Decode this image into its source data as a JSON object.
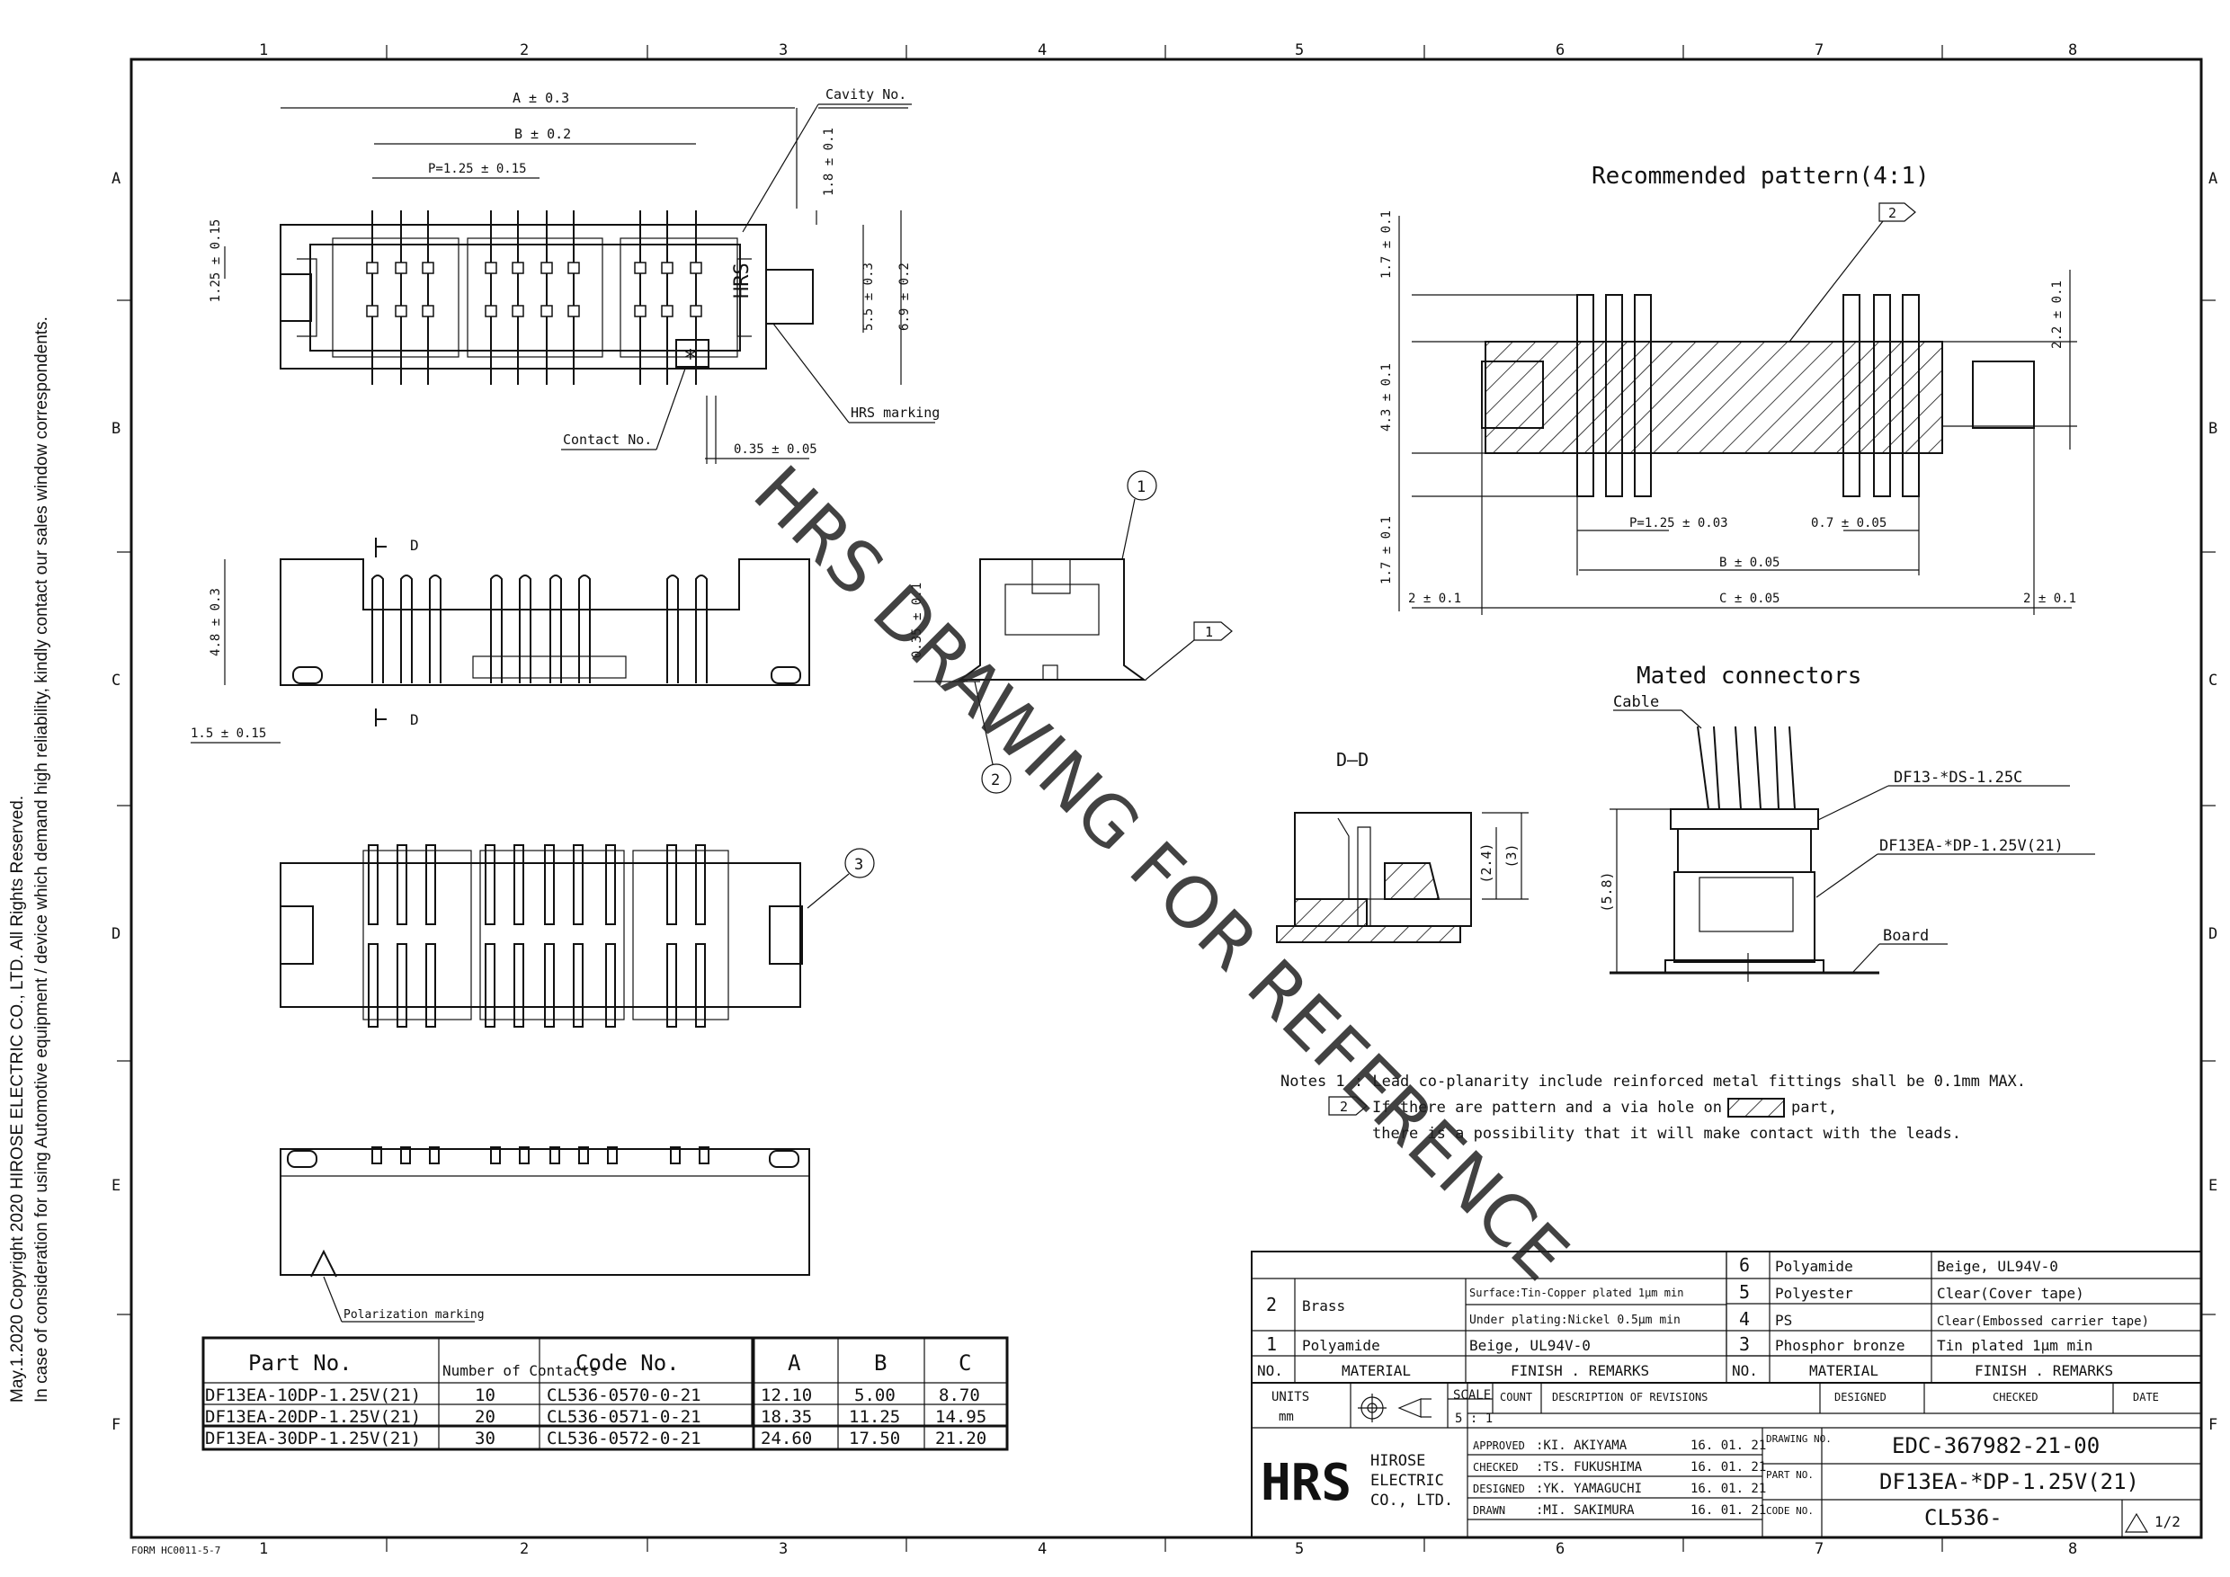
{
  "side_note": {
    "line1": "May.1.2020 Copyright 2020 HIROSE ELECTRIC CO., LTD. All Rights Reserved.",
    "line2": "In case of consideration for using Automotive equipment / device which demand high reliability, kindly contact our sales window correspondents."
  },
  "watermark": "HRS DRAWING FOR REFERENCE",
  "grid": {
    "cols": [
      "1",
      "2",
      "3",
      "4",
      "5",
      "6",
      "7",
      "8"
    ],
    "rows": [
      "A",
      "B",
      "C",
      "D",
      "E",
      "F"
    ]
  },
  "form_no": "FORM HC0011-5-7",
  "top_view": {
    "dim_a": "A ± 0.3",
    "dim_b": "B ± 0.2",
    "dim_p": "P=1.25 ± 0.15",
    "dim_left": "1.25 ± 0.15",
    "dim_r1": "1.8 ± 0.1",
    "dim_r2": "5.5 ± 0.3",
    "dim_r3": "6.9 ± 0.2",
    "dim_bottom": "0.35 ± 0.05",
    "cavity": "Cavity No.",
    "hrs_marking": "HRS marking",
    "contact": "Contact No."
  },
  "front_view": {
    "dim_h": "4.8 ± 0.3",
    "dim_w": "1.5 ± 0.15",
    "section": "D"
  },
  "side_view": {
    "dim": "0.35 ± 0.1",
    "callouts": [
      "1",
      "2",
      "3"
    ],
    "note_flag": "1"
  },
  "bottom_view": {
    "polarization": "Polarization marking"
  },
  "pattern": {
    "title": "Recommended pattern(4:1)",
    "flag": "2",
    "dim_17a": "1.7 ± 0.1",
    "dim_43": "4.3 ± 0.1",
    "dim_17b": "1.7 ± 0.1",
    "dim_22": "2.2 ± 0.1",
    "dim_p": "P=1.25 ± 0.03",
    "dim_07": "0.7 ± 0.05",
    "dim_b": "B ± 0.05",
    "dim_c": "C ± 0.05",
    "dim_2l": "2 ± 0.1",
    "dim_2r": "2 ± 0.1"
  },
  "section_dd": {
    "title": "D—D",
    "dim1": "(2.4)",
    "dim2": "(3)"
  },
  "mated": {
    "title": "Mated connectors",
    "cable": "Cable",
    "plug": "DF13-*DS-1.25C",
    "header": "DF13EA-*DP-1.25V(21)",
    "board": "Board",
    "dim": "(5.8)"
  },
  "notes": {
    "line1": "Notes 1 : Lead co-planarity include reinforced metal fittings shall be 0.1mm MAX.",
    "flag": "2",
    "line2a": "If there are pattern and a via hole on",
    "line2b": "part,",
    "line3": "there is a possibility that it will make contact with the leads."
  },
  "parts_table": {
    "headers": [
      "Part No.",
      "Number of Contacts",
      "Code No.",
      "A",
      "B",
      "C"
    ],
    "rows": [
      [
        "DF13EA-10DP-1.25V(21)",
        "10",
        "CL536-0570-0-21",
        "12.10",
        "5.00",
        "8.70"
      ],
      [
        "DF13EA-20DP-1.25V(21)",
        "20",
        "CL536-0571-0-21",
        "18.35",
        "11.25",
        "14.95"
      ],
      [
        "DF13EA-30DP-1.25V(21)",
        "30",
        "CL536-0572-0-21",
        "24.60",
        "17.50",
        "21.20"
      ]
    ]
  },
  "materials": {
    "right": [
      [
        "6",
        "Polyamide",
        "Beige, UL94V-0"
      ],
      [
        "5",
        "Polyester",
        "Clear(Cover tape)"
      ],
      [
        "4",
        "PS",
        "Clear(Embossed carrier tape)"
      ],
      [
        "3",
        "Phosphor bronze",
        "Tin plated 1µm min"
      ]
    ],
    "left": [
      [
        "2",
        "Brass",
        "Surface:Tin-Copper plated 1µm min",
        "Under plating:Nickel 0.5µm min"
      ],
      [
        "1",
        "Polyamide",
        "Beige, UL94V-0",
        ""
      ]
    ],
    "head_left": [
      "NO.",
      "MATERIAL",
      "FINISH . REMARKS"
    ],
    "head_right": [
      "NO.",
      "MATERIAL",
      "FINISH . REMARKS"
    ]
  },
  "title_block": {
    "units": "UNITS",
    "mm": "mm",
    "scale": "SCALE",
    "scale_val": "5 : 1",
    "rev_cols": [
      "COUNT",
      "DESCRIPTION OF REVISIONS",
      "DESIGNED",
      "CHECKED",
      "DATE"
    ],
    "company": [
      "HIROSE",
      "ELECTRIC",
      "CO., LTD."
    ],
    "logo": "HRS",
    "people": [
      [
        "APPROVED",
        ":KI. AKIYAMA",
        "16. 01. 21"
      ],
      [
        "CHECKED",
        ":TS. FUKUSHIMA",
        "16. 01. 21"
      ],
      [
        "DESIGNED",
        ":YK. YAMAGUCHI",
        "16. 01. 21"
      ],
      [
        "DRAWN",
        ":MI. SAKIMURA",
        "16. 01. 21"
      ]
    ],
    "drawing_no_label": "DRAWING NO.",
    "drawing_no": "EDC-367982-21-00",
    "part_no_label": "PART NO.",
    "part_no": "DF13EA-*DP-1.25V(21)",
    "code_no_label": "CODE NO.",
    "code_no": "CL536-",
    "sheet": "1/2"
  }
}
